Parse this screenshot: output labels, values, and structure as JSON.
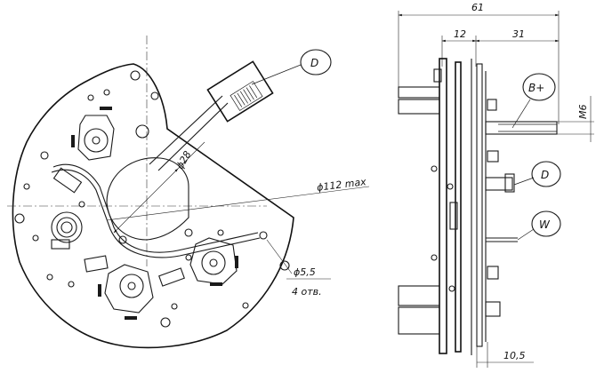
{
  "front_view": {
    "dimensions": {
      "inner_diameter": "ϕ28",
      "outer_diameter": "ϕ112 max",
      "hole_diameter": "ϕ5,5",
      "hole_count": "4 отв."
    },
    "callouts": {
      "terminal_d": "D"
    }
  },
  "side_view": {
    "dimensions": {
      "overall_width": "61",
      "offset_a": "12",
      "offset_b": "31",
      "thread": "M6",
      "base": "10,5"
    },
    "callouts": {
      "terminal_b_plus": "B+",
      "terminal_d": "D",
      "terminal_w": "W"
    }
  },
  "colors": {
    "line": "#1a1a1a",
    "background": "#ffffff"
  }
}
